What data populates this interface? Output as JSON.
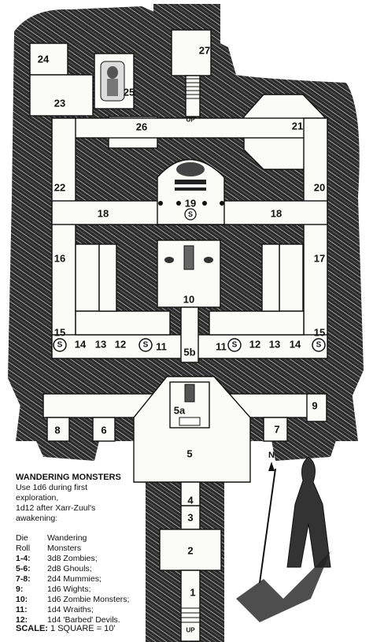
{
  "map": {
    "rooms": [
      "1",
      "2",
      "3",
      "4",
      "5",
      "5a",
      "5b",
      "6",
      "7",
      "8",
      "9",
      "10",
      "11",
      "12",
      "13",
      "14",
      "15",
      "16",
      "17",
      "18",
      "19",
      "20",
      "21",
      "22",
      "23",
      "24",
      "25",
      "26",
      "27"
    ],
    "secret_door_label": "S",
    "stair_labels": [
      "UP",
      "UP"
    ],
    "compass": "N"
  },
  "legend": {
    "title": "WANDERING MONSTERS",
    "intro_lines": [
      "Use 1d6 during first",
      "exploration,",
      "1d12 after Xarr-Zuul's",
      "awakening:"
    ],
    "header": {
      "col1_line1": "Die",
      "col1_line2": "Roll",
      "col2_line1": "Wandering",
      "col2_line2": "Monsters"
    },
    "rows": [
      {
        "roll": "1-4:",
        "monsters": "3d8 Zombies;"
      },
      {
        "roll": "5-6:",
        "monsters": "2d8 Ghouls;"
      },
      {
        "roll": "7-8:",
        "monsters": "2d4 Mummies;"
      },
      {
        "roll": "9:",
        "monsters": "1d6 Wights;"
      },
      {
        "roll": "10:",
        "monsters": "1d6 Zombie Monsters;"
      },
      {
        "roll": "11:",
        "monsters": "1d4 Wraiths;"
      },
      {
        "roll": "12:",
        "monsters": "1d4 'Barbed' Devils."
      }
    ]
  },
  "scale": {
    "label": "SCALE:",
    "value": "1 SQUARE = 10'"
  }
}
